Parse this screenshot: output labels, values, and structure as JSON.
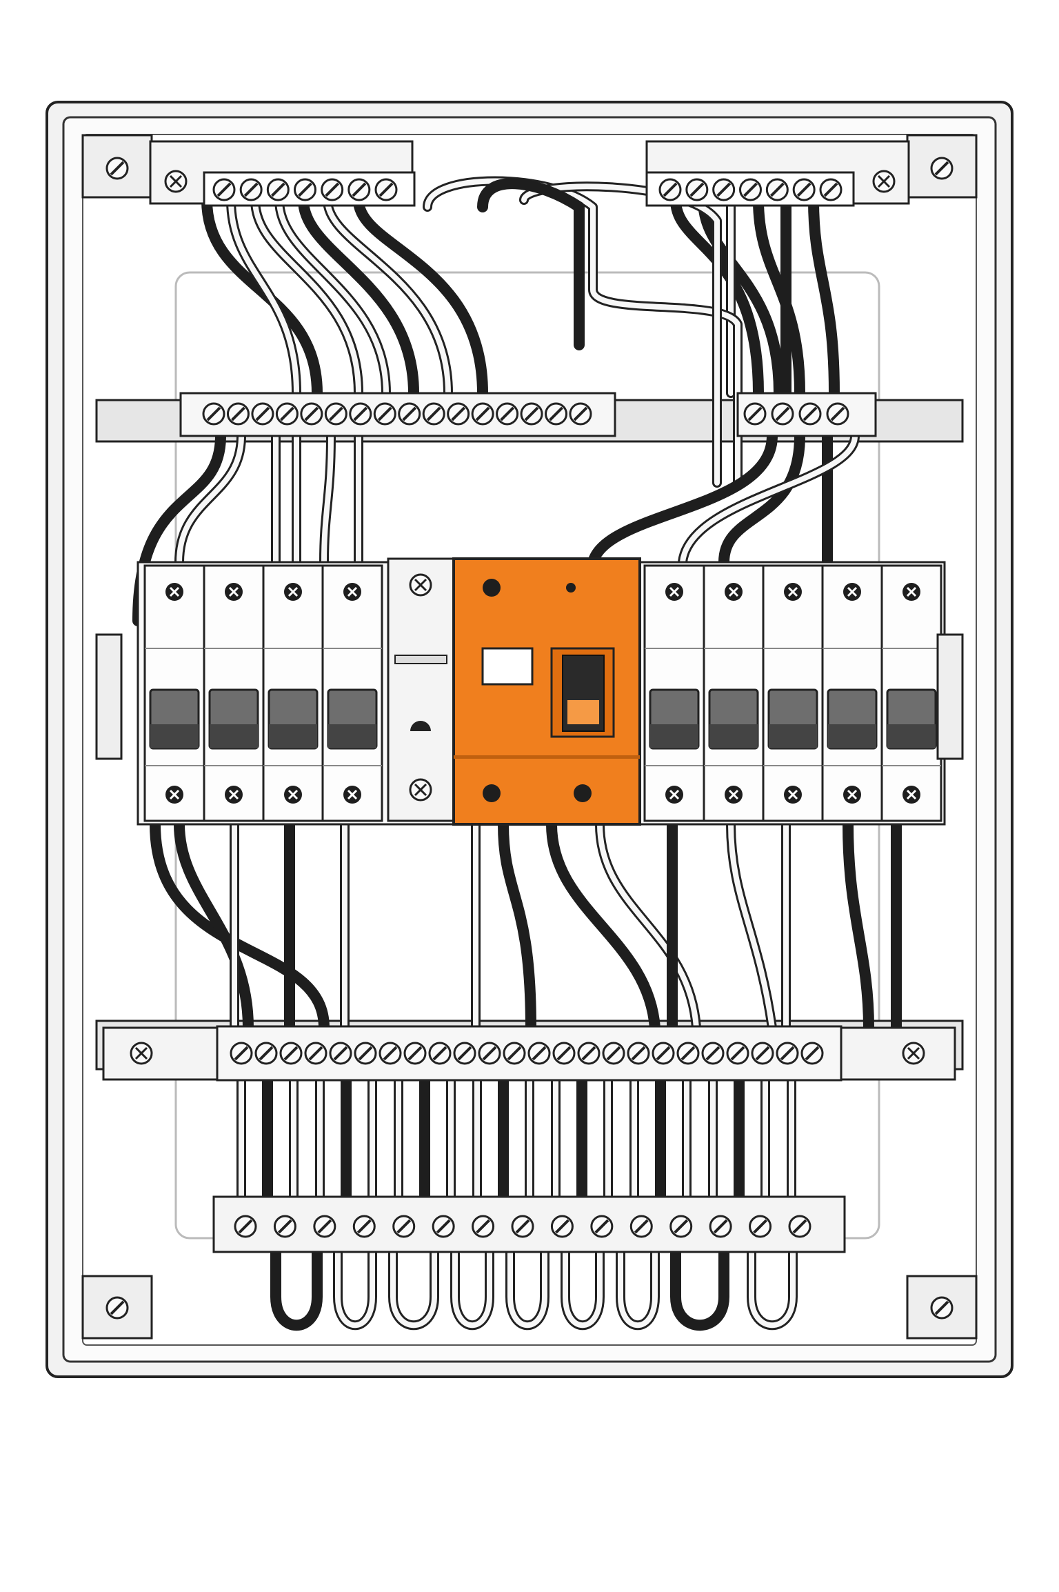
{
  "diagram": {
    "type": "electrical-distribution-panel",
    "colors": {
      "background": "#ffffff",
      "enclosure": "#f2f2f2",
      "outline": "#222222",
      "wire_dark": "#1e1e1e",
      "wire_light": "#f7f7f7",
      "rcd_accent": "#f07f1e",
      "toggle": "#6e6e6e"
    },
    "top_left_terminal_block": {
      "terminals": 7,
      "icon": "screw-terminal-icon"
    },
    "top_right_terminal_block": {
      "terminals": 7,
      "icon": "screw-terminal-icon"
    },
    "upper_busbar": {
      "terminals": 16,
      "icon": "screw-terminal-icon"
    },
    "upper_busbar_right": {
      "terminals": 4,
      "icon": "screw-terminal-icon"
    },
    "breaker_row": {
      "left_breakers": 4,
      "isolator": 1,
      "rcd": 1,
      "right_breakers": 5,
      "toggle_state": "down"
    },
    "lower_busbar": {
      "terminals": 24,
      "icon": "screw-terminal-icon"
    },
    "bottom_terminal_block": {
      "terminals": 15,
      "icon": "screw-terminal-icon"
    },
    "mounting_screws": {
      "count": 4,
      "icon": "mounting-screw-icon"
    }
  }
}
